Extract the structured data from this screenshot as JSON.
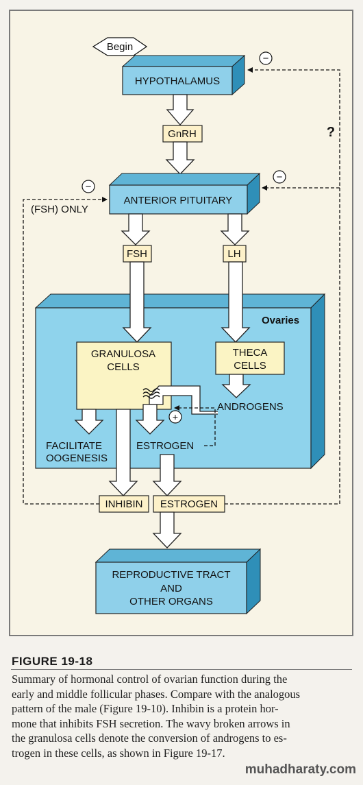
{
  "diagram": {
    "begin": "Begin",
    "hypothalamus": "HYPOTHALAMUS",
    "gnrh": "GnRH",
    "anterior_pituitary": "ANTERIOR PITUITARY",
    "fsh_only": "(FSH) ONLY",
    "question": "?",
    "minus": "−",
    "plus": "+",
    "fsh": "FSH",
    "lh": "LH",
    "ovaries": "Ovaries",
    "granulosa_line1": "GRANULOSA",
    "granulosa_line2": "CELLS",
    "theca_line1": "THECA",
    "theca_line2": "CELLS",
    "androgens": "ANDROGENS",
    "facilitate_line1": "FACILITATE",
    "facilitate_line2": "OOGENESIS",
    "estrogen_inner": "ESTROGEN",
    "inhibin": "INHIBIN",
    "estrogen": "ESTROGEN",
    "repro_line1": "REPRODUCTIVE TRACT",
    "repro_line2": "AND",
    "repro_line3": "OTHER ORGANS",
    "colors": {
      "box_front": "#8fd0ea",
      "box_top": "#5fb4d6",
      "box_side": "#2f8fb8",
      "ovary_fill": "#8fd3ec",
      "cell_fill": "#fbf4c4",
      "hormone_fill": "#fdf1c9",
      "background": "#f8f4e6"
    }
  },
  "caption": {
    "title": "FIGURE 19-18",
    "lines": [
      "Summary of hormonal control of ovarian function during the",
      "early and middle follicular phases. Compare with the analogous",
      "pattern of the male (Figure 19-10). Inhibin is a protein hor-",
      "mone that inhibits FSH secretion. The wavy broken arrows in",
      "the granulosa cells denote the conversion of androgens to es-",
      "trogen in these cells, as shown in Figure 19-17."
    ]
  },
  "watermark": "muhadharaty.com"
}
